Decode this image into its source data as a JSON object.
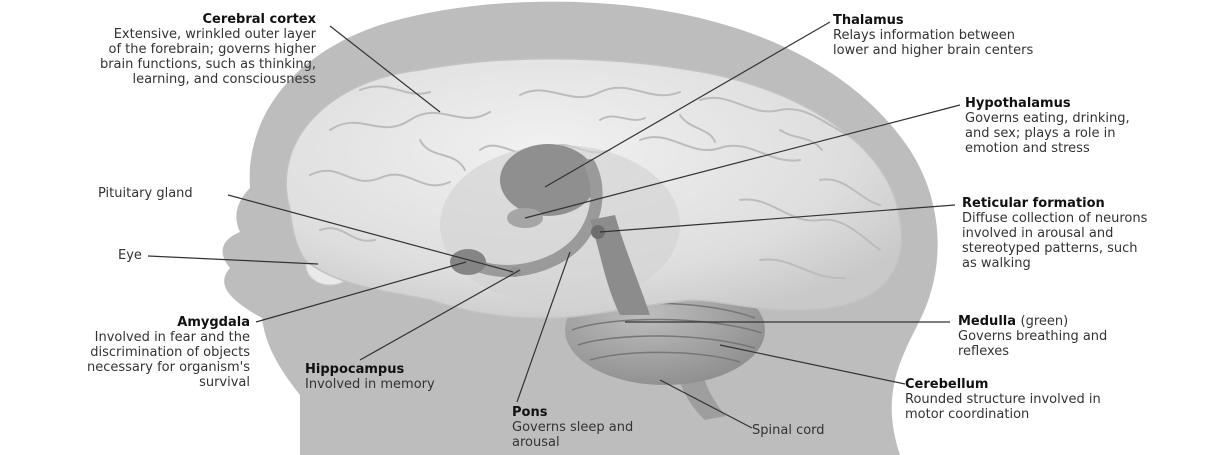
{
  "labels": {
    "cerebral_cortex": {
      "title": "Cerebral cortex",
      "desc": [
        "Extensive, wrinkled outer layer",
        "of the forebrain; governs higher",
        "brain functions, such as thinking,",
        "learning, and consciousness"
      ]
    },
    "thalamus": {
      "title": "Thalamus",
      "desc": [
        "Relays information between",
        "lower and higher brain centers"
      ]
    },
    "hypothalamus": {
      "title": "Hypothalamus",
      "desc": [
        "Governs eating, drinking,",
        "and sex; plays a role in",
        "emotion and stress"
      ]
    },
    "pituitary_gland": {
      "title": "Pituitary gland"
    },
    "reticular_formation": {
      "title": "Reticular formation",
      "desc": [
        "Diffuse collection of neurons",
        "involved in arousal and",
        "stereotyped patterns, such",
        "as walking"
      ]
    },
    "eye": {
      "title": "Eye"
    },
    "amygdala": {
      "title": "Amygdala",
      "desc": [
        "Involved in fear and the",
        "discrimination of objects",
        "necessary for organism's",
        "survival"
      ]
    },
    "medulla": {
      "title": "Medulla",
      "note": "(green)",
      "desc": [
        "Governs breathing and",
        "reflexes"
      ]
    },
    "hippocampus": {
      "title": "Hippocampus",
      "desc": [
        "Involved in memory"
      ]
    },
    "cerebellum": {
      "title": "Cerebellum",
      "desc": [
        "Rounded structure involved in",
        "motor coordination"
      ]
    },
    "pons": {
      "title": "Pons",
      "desc": [
        "Governs sleep and",
        "arousal"
      ]
    },
    "spinal_cord": {
      "title": "Spinal cord"
    }
  },
  "colors": {
    "head_silhouette": "#bdbdbd",
    "brain": "#e4e4e4",
    "inner_structures": "#9a9a9a",
    "leader_lines": "#333333"
  }
}
